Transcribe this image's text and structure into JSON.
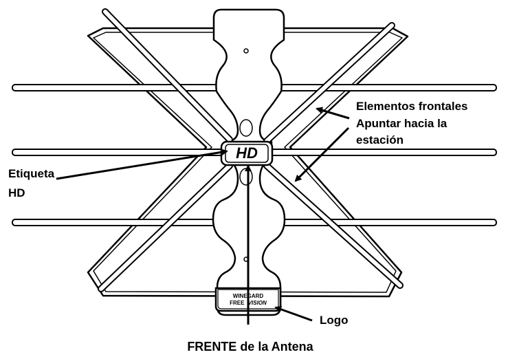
{
  "diagram": {
    "badge_text": "HD",
    "logo_line1": "WINEGARD",
    "logo_line2_a": "FREE",
    "logo_line2_b": "VISION",
    "callouts": {
      "front_line1": "Elementos frontales",
      "front_line2": "Apuntar hacia la",
      "front_line3": "estación",
      "hd_line1": "Etiqueta",
      "hd_line2": "HD",
      "logo": "Logo"
    },
    "caption": "FRENTE de la Antena",
    "colors": {
      "stroke": "#000000",
      "fill": "#ffffff"
    }
  }
}
